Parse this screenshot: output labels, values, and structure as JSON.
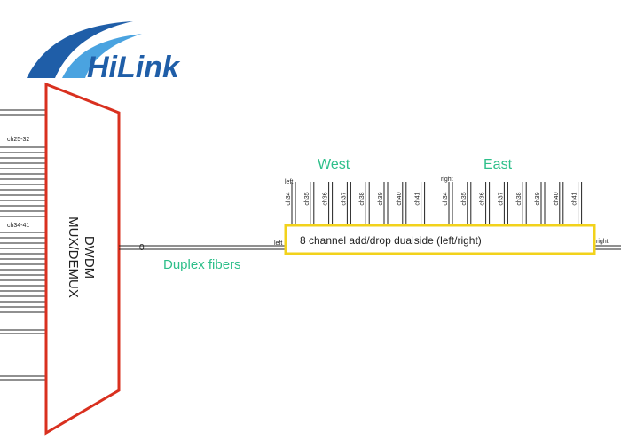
{
  "logo": {
    "text": "HiLink",
    "colors": {
      "primary": "#1f5ea8",
      "accent": "#4aa3e0"
    }
  },
  "mux": {
    "label_line1": "DWDM",
    "label_line2": "MUX/DEMUX",
    "group_labels": [
      "ch25-32",
      "ch34-41"
    ],
    "border_color": "#d9301f"
  },
  "fiber": {
    "marker": "0",
    "label": "Duplex fibers",
    "label_color": "#2ebf8a"
  },
  "add_drop_module": {
    "label": "8 channel add/drop dualside (left/right)",
    "border_color": "#f2d21b",
    "left_port": "left",
    "right_port": "right"
  },
  "west": {
    "title": "West",
    "side_label": "left",
    "channels": [
      "ch34",
      "ch35",
      "ch36",
      "ch37",
      "ch38",
      "ch39",
      "ch40",
      "ch41"
    ]
  },
  "east": {
    "title": "East",
    "side_label": "right",
    "channels": [
      "ch34",
      "ch35",
      "ch36",
      "ch37",
      "ch38",
      "ch39",
      "ch40",
      "ch41"
    ]
  },
  "title_color": "#2ebf8a"
}
